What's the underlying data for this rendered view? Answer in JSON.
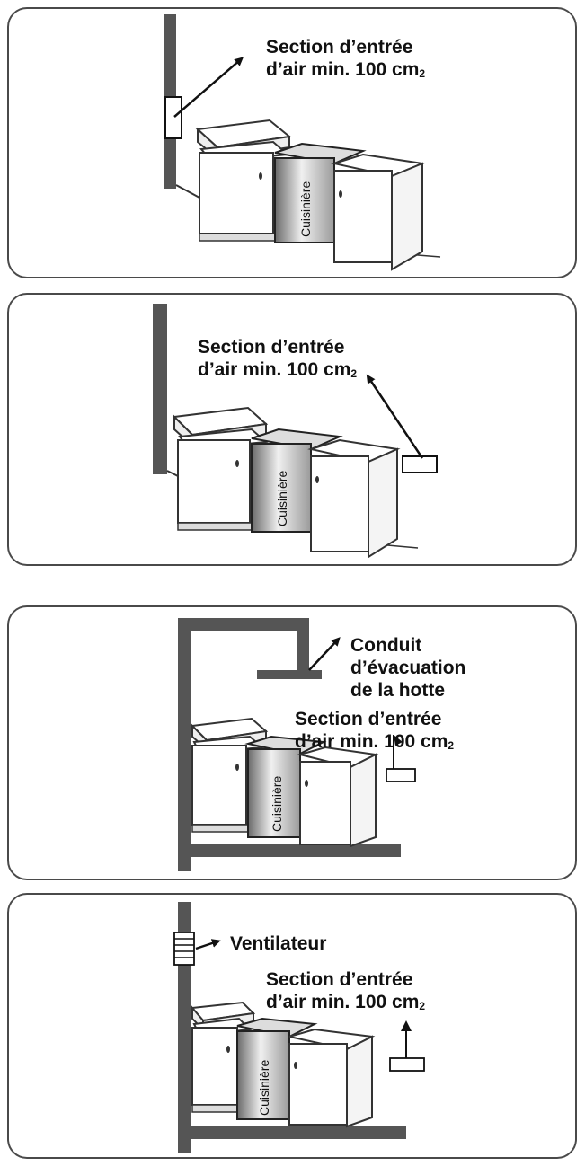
{
  "labels": {
    "section_line1": "Section d’entrée",
    "section_line2": "d’air min. 100 cm",
    "section_unit_sub": "2",
    "cooker": "Cuisinière",
    "duct_line1": "Conduit",
    "duct_line2": "d’évacuation",
    "duct_line3": "de la hotte",
    "fan": "Ventilateur"
  }
}
